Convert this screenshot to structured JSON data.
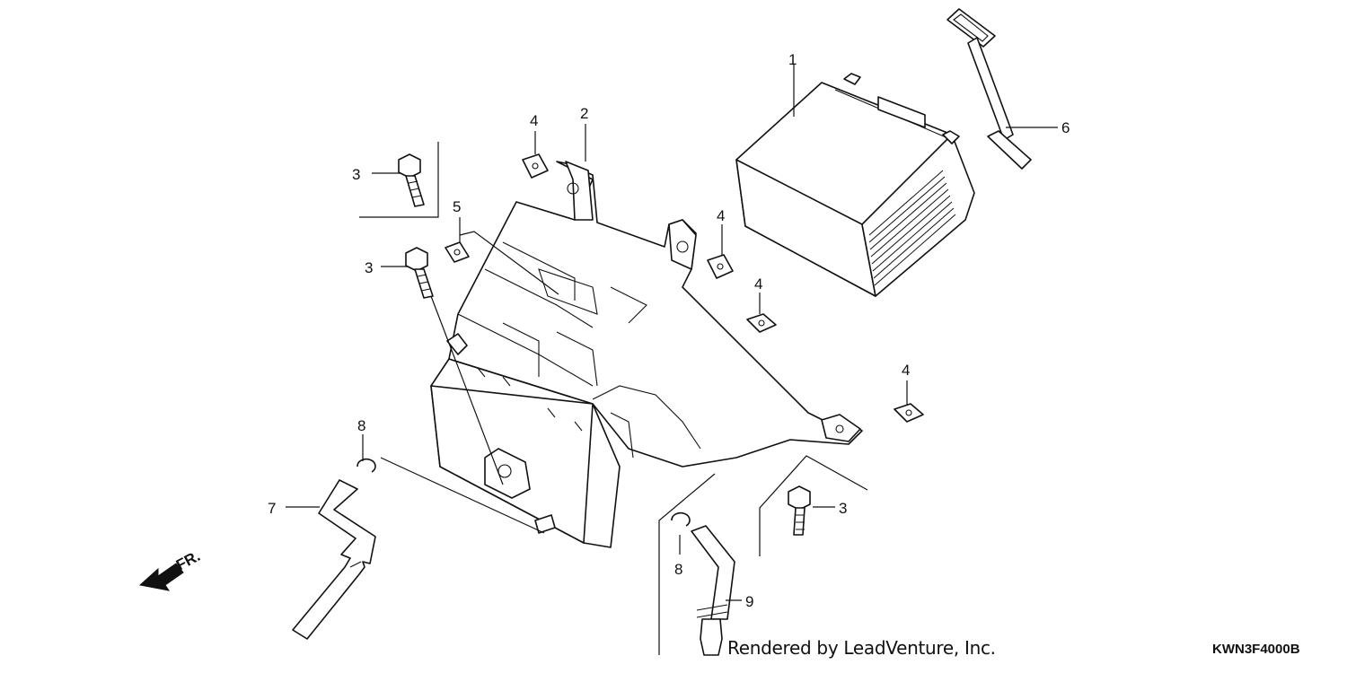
{
  "callouts": {
    "battery": "1",
    "battery_box": "2",
    "bolt_upper_left": "3",
    "bolt_mid_left": "3",
    "bolt_right": "3",
    "nut_top_center": "4",
    "nut_right_upper": "4",
    "nut_right_mid": "4",
    "nut_right_lower": "4",
    "nut_left": "5",
    "battery_band": "6",
    "breather_tube_left": "7",
    "clip_left": "8",
    "clip_right": "8",
    "breather_tube_right": "9"
  },
  "front_indicator": "FR.",
  "credit": "Rendered by LeadVenture, Inc.",
  "diagram_code": "KWN3F4000B"
}
